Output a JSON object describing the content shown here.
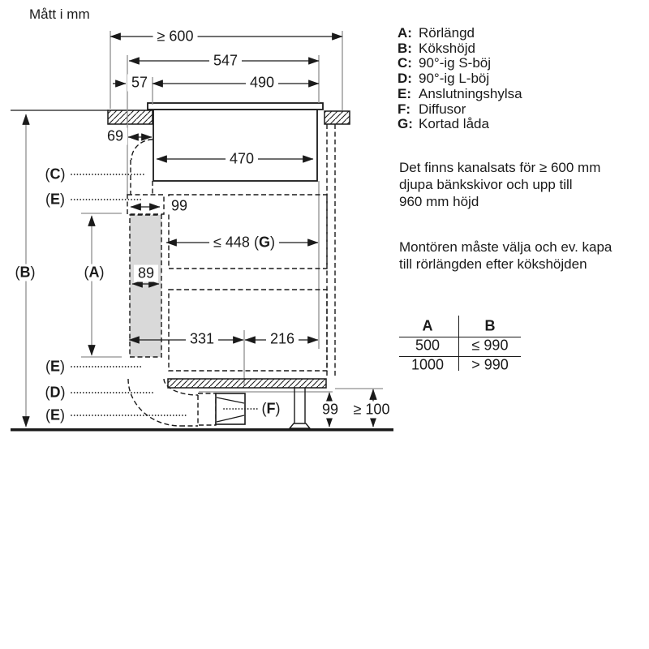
{
  "title": "Mått i mm",
  "misc": {
    "open": "(",
    "close": ")"
  },
  "dimensions": {
    "depth_min": "≥ 600",
    "width_glass": "547",
    "overhang_left": "57",
    "width_body": "490",
    "offset_duct": "69",
    "width_inner": "470",
    "sleeve_len": "99",
    "drawer_cut": {
      "prefix": "≤ 448 ",
      "letter": "G"
    },
    "duct_width": "89",
    "dist_left": "331",
    "dist_right": "216",
    "plinth_housing": "99",
    "plinth_min": "≥ 100"
  },
  "callouts": {
    "a": "A",
    "b": "B",
    "c": "C",
    "d": "D",
    "e": "E",
    "f": "F"
  },
  "legend": {
    "items": [
      {
        "k": "A:",
        "label": "Rörlängd"
      },
      {
        "k": "B:",
        "label": "Kökshöjd"
      },
      {
        "k": "C:",
        "label": "90°-ig S-böj"
      },
      {
        "k": "D:",
        "label": "90°-ig L-böj"
      },
      {
        "k": "E:",
        "label": "Anslutningshylsa"
      },
      {
        "k": "F:",
        "label": "Diffusor"
      },
      {
        "k": "G:",
        "label": "Kortad låda"
      }
    ]
  },
  "notes": {
    "note1": {
      "lines": [
        "Det finns kanalsats för ≥ 600 mm",
        "djupa bänkskivor och upp till",
        "960 mm höjd"
      ]
    },
    "note2": {
      "lines": [
        "Montören måste välja och ev. kapa",
        "till rörlängden efter kökshöjden"
      ]
    }
  },
  "table": {
    "header": {
      "a": "A",
      "b": "B"
    },
    "rows": [
      [
        "500",
        "≤ 990"
      ],
      [
        "1000",
        "> 990"
      ]
    ]
  }
}
